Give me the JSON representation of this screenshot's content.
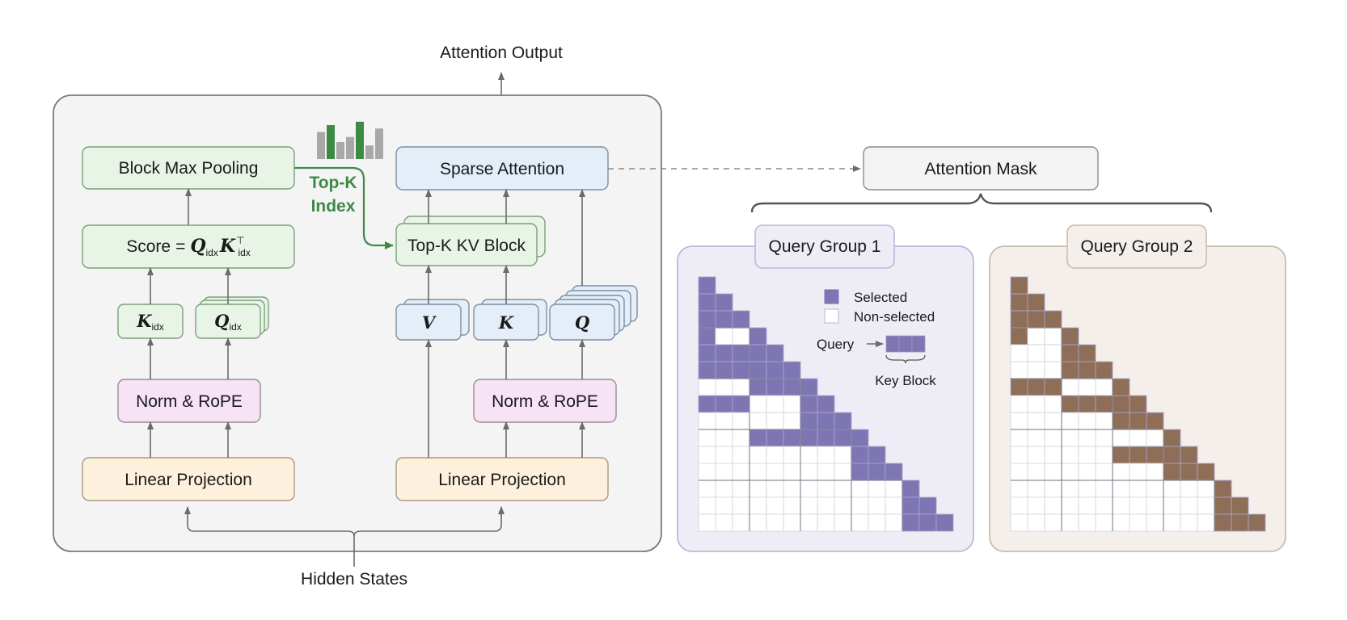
{
  "labels": {
    "attention_output": "Attention Output",
    "hidden_states": "Hidden States",
    "attention_mask": "Attention Mask",
    "block_max_pooling": "Block Max Pooling",
    "score_prefix": "Score",
    "score_eq": "=",
    "score_q": "Q",
    "score_k": "K",
    "score_q_sub": "idx",
    "score_k_sub": "idx",
    "score_k_sup": "⊤",
    "k_idx": "K",
    "k_idx_sub": "idx",
    "q_idx": "Q",
    "q_idx_sub": "idx",
    "norm_rope_left": "Norm & RoPE",
    "norm_rope_right": "Norm & RoPE",
    "linear_projection_left": "Linear Projection",
    "linear_projection_right": "Linear Projection",
    "sparse_attention": "Sparse Attention",
    "topk_kv_block": "Top-K KV Block",
    "v": "V",
    "k": "K",
    "q": "Q",
    "topk_index_line1": "Top-K",
    "topk_index_line2": "Index",
    "query_group_1": "Query Group 1",
    "query_group_2": "Query Group 2"
  },
  "legend": {
    "selected": "Selected",
    "non_selected": "Non-selected",
    "query": "Query",
    "key_block": "Key Block"
  },
  "colors": {
    "green_fill": "#e8f5e6",
    "green_stroke": "#7aa07a",
    "blue_fill": "#e3eef9",
    "blue_stroke": "#7d8ea3",
    "pink_fill": "#f6e3f6",
    "orange_fill": "#fdf0dc",
    "panel_fill": "#f4f4f4",
    "group1_fill": "#eeedf5",
    "group1_stroke": "#bdb6dc",
    "group2_fill": "#f4efea",
    "group2_stroke": "#cbbcac",
    "purple": "#7e76b3",
    "brown": "#8f6e58",
    "histogram_green": "#3d8a47",
    "histogram_gray": "#a8a8a8"
  },
  "histogram": {
    "values": [
      0.8,
      1.0,
      0.5,
      0.65,
      1.1,
      0.4,
      0.9
    ],
    "highlighted": [
      false,
      true,
      false,
      false,
      true,
      false,
      false
    ]
  },
  "mask_grid": {
    "size": 15,
    "group1_selected_blocks": [
      [
        4,
        0
      ],
      [
        5,
        0
      ],
      [
        5,
        1
      ],
      [
        6,
        1
      ],
      [
        7,
        0
      ],
      [
        7,
        2
      ],
      [
        8,
        2
      ],
      [
        8,
        3
      ],
      [
        9,
        1
      ],
      [
        9,
        2
      ],
      [
        10,
        3
      ],
      [
        10,
        4
      ]
    ],
    "group2_selected_blocks": [
      [
        4,
        2
      ],
      [
        5,
        1
      ],
      [
        5,
        2
      ],
      [
        6,
        0
      ],
      [
        6,
        3
      ],
      [
        7,
        1
      ],
      [
        7,
        2
      ],
      [
        8,
        3
      ],
      [
        8,
        4
      ],
      [
        9,
        3
      ],
      [
        9,
        4
      ],
      [
        10,
        2
      ],
      [
        10,
        3
      ],
      [
        11,
        4
      ],
      [
        11,
        5
      ]
    ]
  }
}
